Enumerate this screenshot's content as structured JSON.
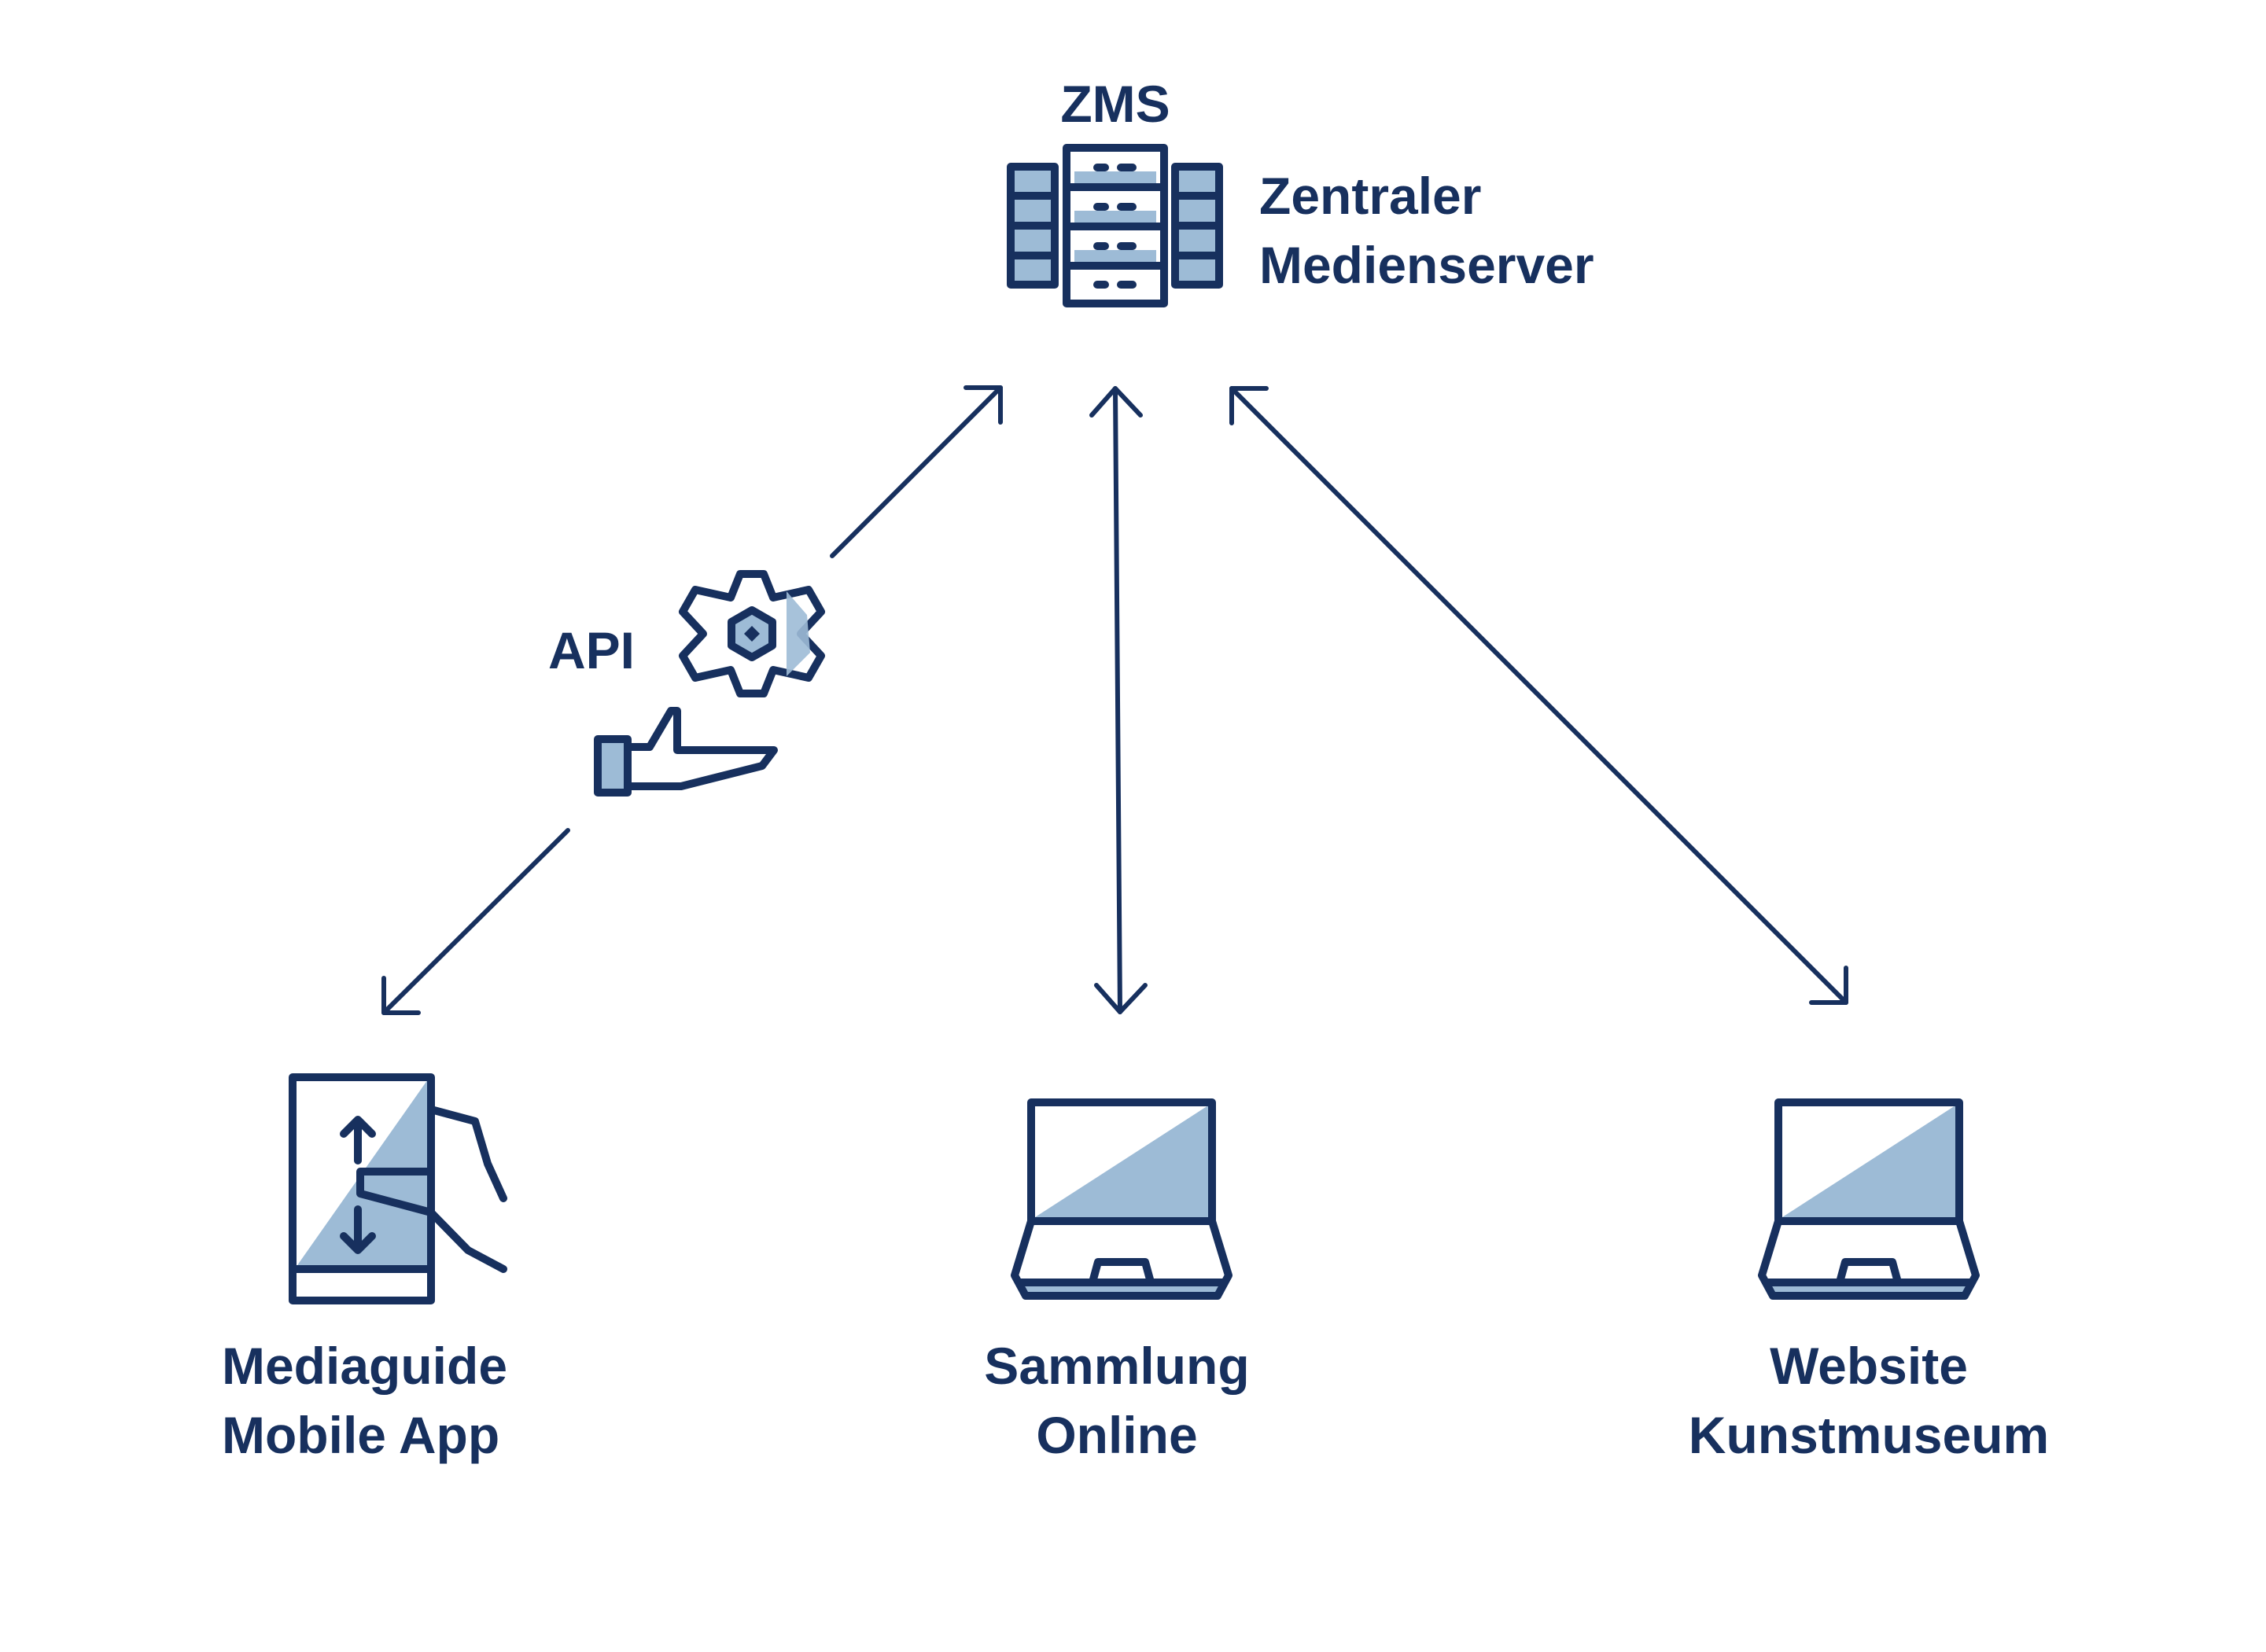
{
  "colors": {
    "navy": "#17305e",
    "light_blue": "#9dbbd6",
    "background": "#ffffff"
  },
  "nodes": {
    "server": {
      "abbr": "ZMS",
      "name_line1": "Zentraler",
      "name_line2": "Medienserver",
      "icon": "server-rack-icon"
    },
    "api": {
      "label": "API",
      "icon": "gear-hand-icon"
    },
    "mediaguide": {
      "line1": "Mediaguide",
      "line2": "Mobile App",
      "icon": "tablet-swipe-icon"
    },
    "sammlung": {
      "line1": "Sammlung",
      "line2": "Online",
      "icon": "laptop-icon"
    },
    "website": {
      "line1": "Website",
      "line2": "Kunstmuseum",
      "icon": "laptop-icon"
    }
  },
  "edges": [
    {
      "from": "server",
      "to": "mediaguide",
      "via": "api",
      "direction": "both"
    },
    {
      "from": "server",
      "to": "sammlung",
      "direction": "both"
    },
    {
      "from": "server",
      "to": "website",
      "direction": "both"
    }
  ]
}
